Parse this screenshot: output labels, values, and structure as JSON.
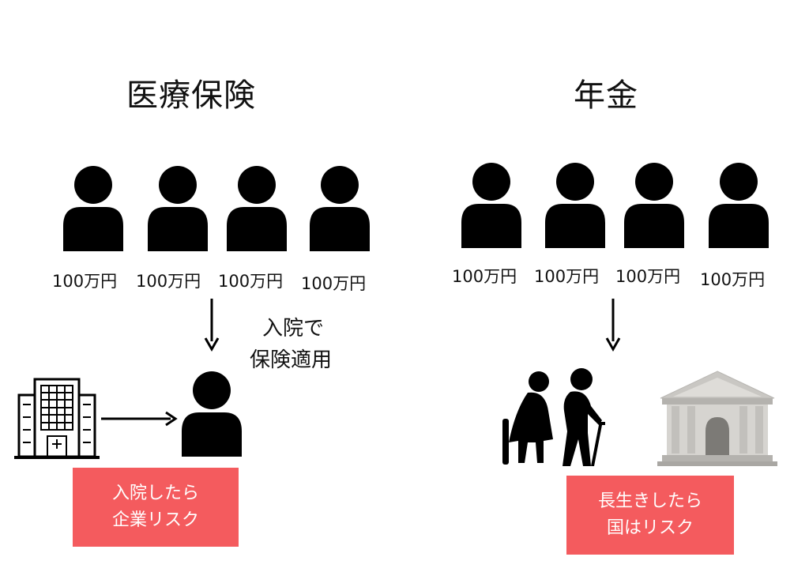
{
  "left": {
    "title": "医療保険",
    "amounts": [
      "100万円",
      "100万円",
      "100万円",
      "100万円"
    ],
    "note": [
      "入院で",
      "保険適用"
    ],
    "box": [
      "入院したら",
      "企業リスク"
    ]
  },
  "right": {
    "title": "年金",
    "amounts": [
      "100万円",
      "100万円",
      "100万円",
      "100万円"
    ],
    "box": [
      "長生きしたら",
      "国はリスク"
    ]
  },
  "colors": {
    "accent_box": "#f45b5e",
    "person": "#000000",
    "bank": "#c9c7c3"
  },
  "icons": [
    "person-icon",
    "hospital-building-icon",
    "elderly-couple-icon",
    "bank-building-icon",
    "arrow-down-icon",
    "arrow-right-icon"
  ]
}
